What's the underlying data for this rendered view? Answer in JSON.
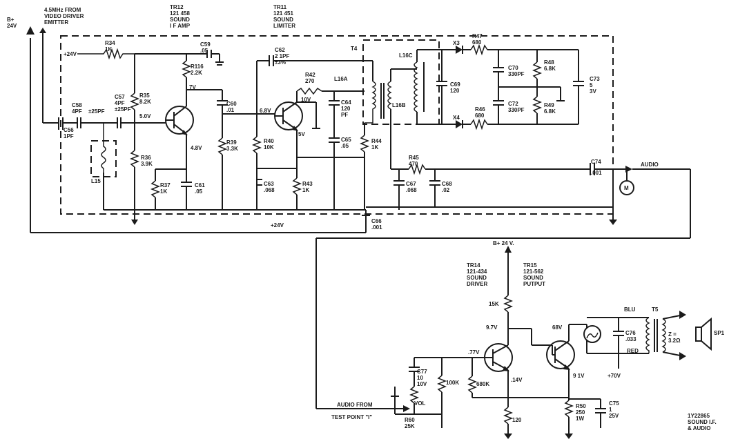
{
  "supply": {
    "b_plus": "B+",
    "b_plus_v": "24V"
  },
  "top_left": {
    "src1": "4.5MHz FROM",
    "src2": "VIDEO DRIVER",
    "src3": "EMITTER"
  },
  "tr12": {
    "name": "TR12",
    "part": "121 458",
    "func1": "SOUND",
    "func2": "I F  AMP"
  },
  "tr11": {
    "name": "TR11",
    "part": "121 451",
    "func1": "SOUND",
    "func2": "LIMITER"
  },
  "rails": {
    "plus24_a": "+24V",
    "plus24_b": "+24V"
  },
  "parts": {
    "r34": "R34",
    "r34v": "1K",
    "c59": "C59",
    "c59v": ".05",
    "r116": "R116",
    "r116v": "2.2K",
    "v7": "7V",
    "c62": "C62",
    "c62v": "2 1PF",
    "c62v2": "±3%",
    "t4": "T4",
    "l16c": "L16C",
    "l16a": "L16A",
    "l16b": "L16B",
    "x3": "X3",
    "x4": "X4",
    "r47": "R47",
    "r47v": "680",
    "c69": "C69",
    "c69v": "120",
    "c70": "C70",
    "c70v": "330PF",
    "c72": "C72",
    "c72v": "330PF",
    "r48": "R48",
    "r48v": "6.8K",
    "r49": "R49",
    "r49v": "6.8K",
    "c73": "C73",
    "c73v": "5",
    "c73v2": "3V",
    "r46": "R46",
    "r46v": "680",
    "r42": "R42",
    "r42v": "270",
    "v10": "10V",
    "c64": "C64",
    "c64v": "120",
    "c64v2": "PF",
    "c58": "C58",
    "c58v": "4PF",
    "c58v2": "±25PF",
    "c57": "C57",
    "c57v": "4PF",
    "c57v2": "±25PF",
    "r35": "R35",
    "r35v": "8.2K",
    "v5": "5.0V",
    "c56": "C56",
    "c56v": "1PF",
    "c60": "C60",
    "c60v": ".01",
    "v68": "6.8V",
    "v5b": "5V",
    "c65": "C65",
    "c65v": ".05",
    "r44": "R44",
    "r44v": "1K",
    "r39": "R39",
    "r39v": "3.3K",
    "r40": "R40",
    "r40v": "10K",
    "v48": "4.8V",
    "r36": "R36",
    "r36v": "3.9K",
    "l15": "L15",
    "r45": "R45",
    "r45v": "470",
    "c74": "C74",
    "c74v": ".001",
    "audio_out": "AUDIO",
    "m": "M",
    "r37": "R37",
    "r37v": "1K",
    "c61": "C61",
    "c61v": ".05",
    "c63": "C63",
    "c63v": ".068",
    "r43": "R43",
    "r43v": "1K",
    "c67": "C67",
    "c67v": ".068",
    "c68": "C68",
    "c68v": ".02",
    "c66": "C66",
    "c66v": ".001"
  },
  "audio_section": {
    "supply": "B+ 24 V.",
    "tr14": {
      "name": "TR14",
      "part": "121-434",
      "func1": "SOUND",
      "func2": "DRIVER"
    },
    "tr15": {
      "name": "TR15",
      "part": "121-562",
      "func1": "SOUND",
      "func2": "PUTPUT"
    },
    "r15k": "15K",
    "v97": "9.7V",
    "v68b": "68V",
    "blu": "BLU",
    "t5": "T5",
    "z": "Z =",
    "zv": "3.2Ω",
    "sp1": "SP1",
    "c76": "C76",
    "c76v": ".033",
    "red": "RED",
    "v70": "+70V",
    "v77": ".77V",
    "v14": ".14V",
    "v91": "9 1V",
    "c77": "C77",
    "c77v": "10",
    "c77v2": "10V",
    "r100k": "100K",
    "r680k": "680K",
    "vol": "VOL",
    "r120": "120",
    "r50": "R50",
    "r50v": "250",
    "r50v2": "1W",
    "c75": "C75",
    "c75v": "1",
    "c75v2": "25V",
    "r60": "R60",
    "r60v": "25K",
    "audio_from": "AUDIO FROM",
    "test_point": "TEST POINT \"I\"",
    "ref1": "1Y22865",
    "ref2": "SOUND I.F.",
    "ref3": "& AUDIO"
  }
}
